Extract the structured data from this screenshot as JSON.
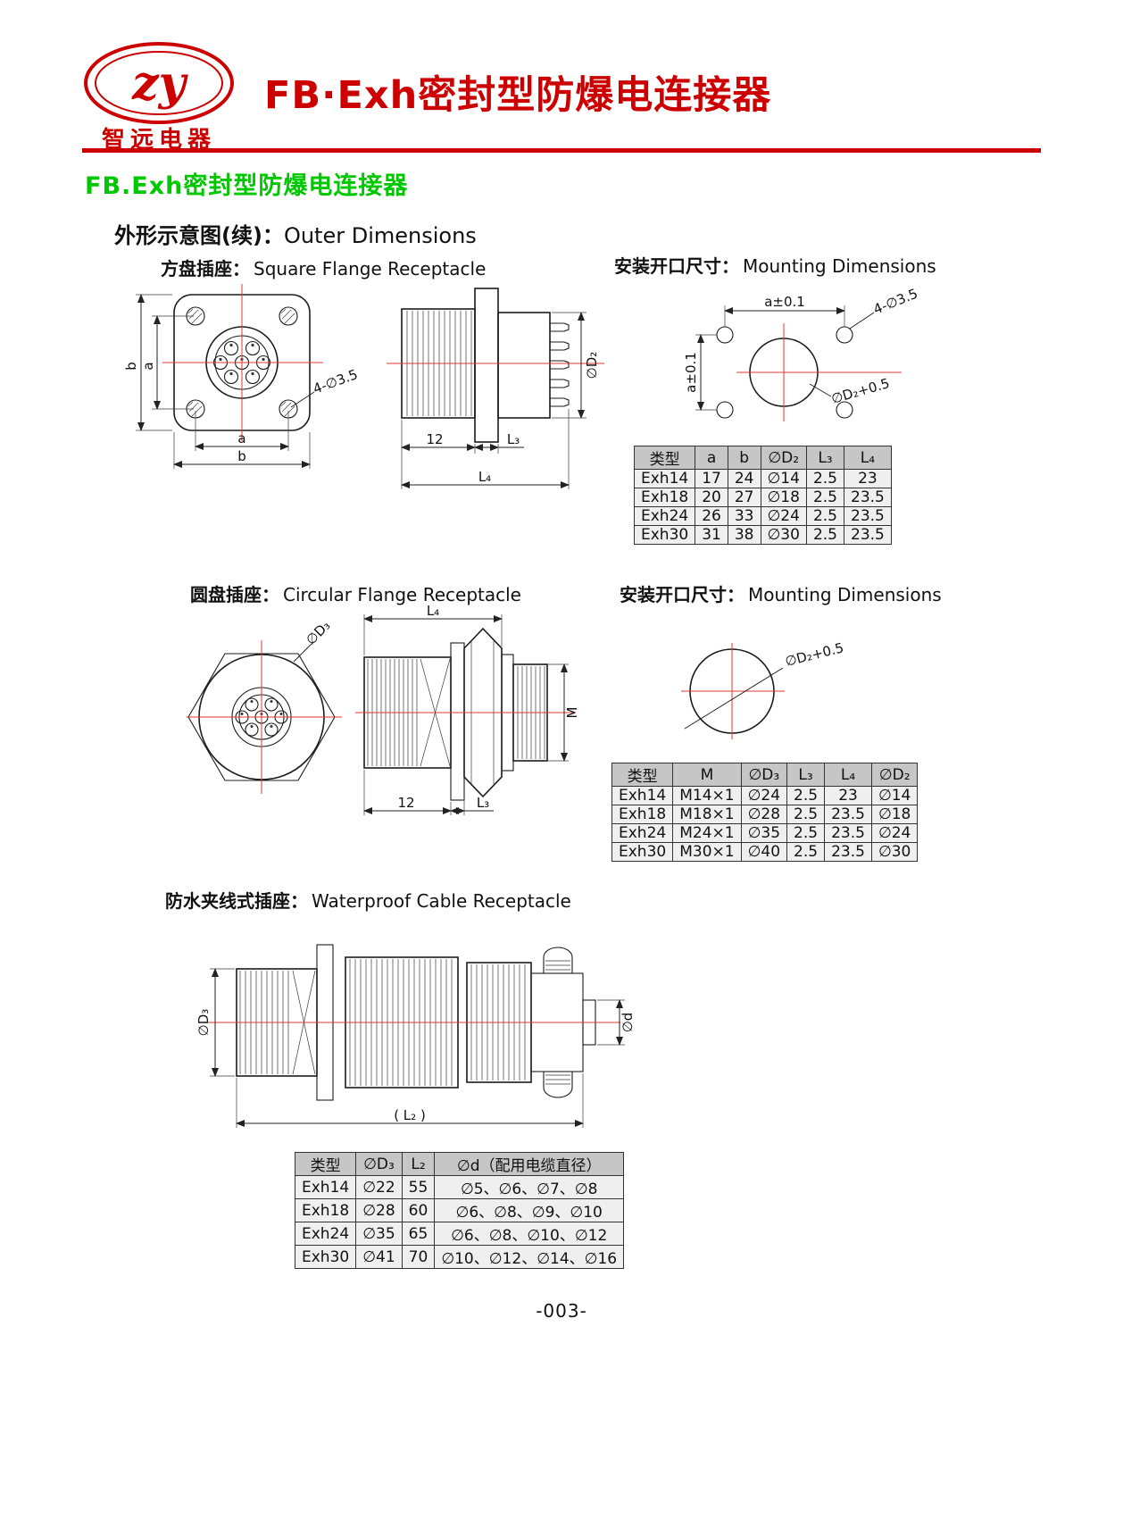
{
  "page": {
    "footer": "-003-",
    "background": "#ffffff"
  },
  "header": {
    "logo_monogram": "zy",
    "logo_company": "智远电器",
    "title": "FB·Exh密封型防爆电连接器",
    "accent_color": "#cc0000"
  },
  "headings": {
    "product_line": "FB.Exh密封型防爆电连接器",
    "product_line_color": "#00c800",
    "section_cn": "外形示意图(续)：",
    "section_en": "Outer Dimensions"
  },
  "sections": {
    "square": {
      "cn": "方盘插座：",
      "en": "Square Flange Receptacle"
    },
    "square_mount": {
      "cn": "安装开口尺寸：",
      "en": "Mounting Dimensions"
    },
    "circular": {
      "cn": "圆盘插座：",
      "en": "Circular Flange Receptacle"
    },
    "circular_mount": {
      "cn": "安装开口尺寸：",
      "en": "Mounting Dimensions"
    },
    "waterproof": {
      "cn": "防水夹线式插座：",
      "en": "Waterproof Cable Receptacle"
    }
  },
  "drawings": {
    "square_front": {
      "dim_b_left": "b",
      "dim_a_left": "a",
      "dim_a_bottom": "a",
      "dim_b_bottom": "b",
      "holes": "4-∅3.5"
    },
    "square_side": {
      "dim_12": "12",
      "dim_l3": "L₃",
      "dim_l4": "L₄",
      "dim_d2": "∅D₂"
    },
    "square_mount": {
      "dim_a_top": "a±0.1",
      "dim_a_left": "a±0.1",
      "holes": "4-∅3.5",
      "dim_d2": "∅D₂+0.5"
    },
    "circular_front": {
      "dim_d3": "∅D₃"
    },
    "circular_side": {
      "dim_l4": "L₄",
      "dim_m": "M",
      "dim_12": "12",
      "dim_l3": "L₃"
    },
    "circular_mount": {
      "dim_d2": "∅D₂+0.5"
    },
    "waterproof": {
      "dim_d3": "∅D₃",
      "dim_d": "∅d",
      "dim_l2": "( L₂ )"
    }
  },
  "tables": {
    "square": {
      "headers": [
        "类型",
        "a",
        "b",
        "∅D₂",
        "L₃",
        "L₄"
      ],
      "rows": [
        [
          "Exh14",
          "17",
          "24",
          "∅14",
          "2.5",
          "23"
        ],
        [
          "Exh18",
          "20",
          "27",
          "∅18",
          "2.5",
          "23.5"
        ],
        [
          "Exh24",
          "26",
          "33",
          "∅24",
          "2.5",
          "23.5"
        ],
        [
          "Exh30",
          "31",
          "38",
          "∅30",
          "2.5",
          "23.5"
        ]
      ]
    },
    "circular": {
      "headers": [
        "类型",
        "M",
        "∅D₃",
        "L₃",
        "L₄",
        "∅D₂"
      ],
      "rows": [
        [
          "Exh14",
          "M14×1",
          "∅24",
          "2.5",
          "23",
          "∅14"
        ],
        [
          "Exh18",
          "M18×1",
          "∅28",
          "2.5",
          "23.5",
          "∅18"
        ],
        [
          "Exh24",
          "M24×1",
          "∅35",
          "2.5",
          "23.5",
          "∅24"
        ],
        [
          "Exh30",
          "M30×1",
          "∅40",
          "2.5",
          "23.5",
          "∅30"
        ]
      ]
    },
    "waterproof": {
      "headers": [
        "类型",
        "∅D₃",
        "L₂",
        "∅d（配用电缆直径）"
      ],
      "rows": [
        [
          "Exh14",
          "∅22",
          "55",
          "∅5、∅6、∅7、∅8"
        ],
        [
          "Exh18",
          "∅28",
          "60",
          "∅6、∅8、∅9、∅10"
        ],
        [
          "Exh24",
          "∅35",
          "65",
          "∅6、∅8、∅10、∅12"
        ],
        [
          "Exh30",
          "∅41",
          "70",
          "∅10、∅12、∅14、∅16"
        ]
      ]
    }
  }
}
